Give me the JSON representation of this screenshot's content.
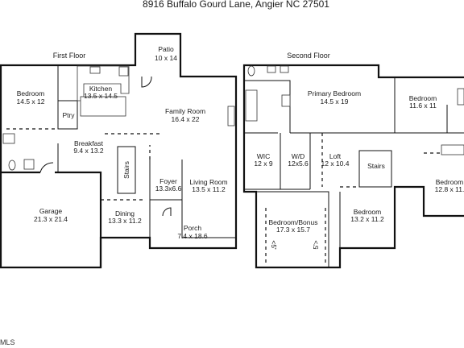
{
  "title": "8916 Buffalo Gourd Lane, Angier NC 27501",
  "first_floor": {
    "label": "First Floor",
    "rooms": {
      "patio": {
        "name": "Patio",
        "dims": "10 x 14"
      },
      "bedroom": {
        "name": "Bedroom",
        "dims": "14.5 x 12"
      },
      "kitchen": {
        "name": "Kitchen",
        "dims": "13.5 x 14.5"
      },
      "pantry": {
        "name": "Ptry"
      },
      "family": {
        "name": "Family Room",
        "dims": "16.4 x 22"
      },
      "breakfast": {
        "name": "Breakfast",
        "dims": "9.4 x 13.2"
      },
      "stairs": {
        "name": "Stairs"
      },
      "foyer": {
        "name": "Foyer",
        "dims": "13.3x6.6"
      },
      "living": {
        "name": "Living Room",
        "dims": "13.5 x 11.2"
      },
      "garage": {
        "name": "Garage",
        "dims": "21.3 x 21.4"
      },
      "dining": {
        "name": "Dining",
        "dims": "13.3 x 11.2"
      },
      "porch": {
        "name": "Porch",
        "dims": "7.4 x 18.6"
      }
    }
  },
  "second_floor": {
    "label": "Second Floor",
    "rooms": {
      "primary": {
        "name": "Primary Bedroom",
        "dims": "14.5 x 19"
      },
      "bedroom_a": {
        "name": "Bedroom",
        "dims": "11.6 x 11"
      },
      "wic": {
        "name": "WIC",
        "dims": "12 x 9"
      },
      "wd": {
        "name": "W/D",
        "dims": "12x5.6"
      },
      "loft": {
        "name": "Loft",
        "dims": "12 x 10.4"
      },
      "stairs": {
        "name": "Stairs"
      },
      "bedroom_b": {
        "name": "Bedroom",
        "dims": "12.8 x 11."
      },
      "bonus": {
        "name": "Bedroom/Bonus",
        "dims": "17.3 x 15.7"
      },
      "bedroom_c": {
        "name": "Bedroom",
        "dims": "13.2 x 11.2"
      },
      "low_ceiling_left": "<5'",
      "low_ceiling_right": "5'>"
    }
  },
  "footer": "MLS"
}
